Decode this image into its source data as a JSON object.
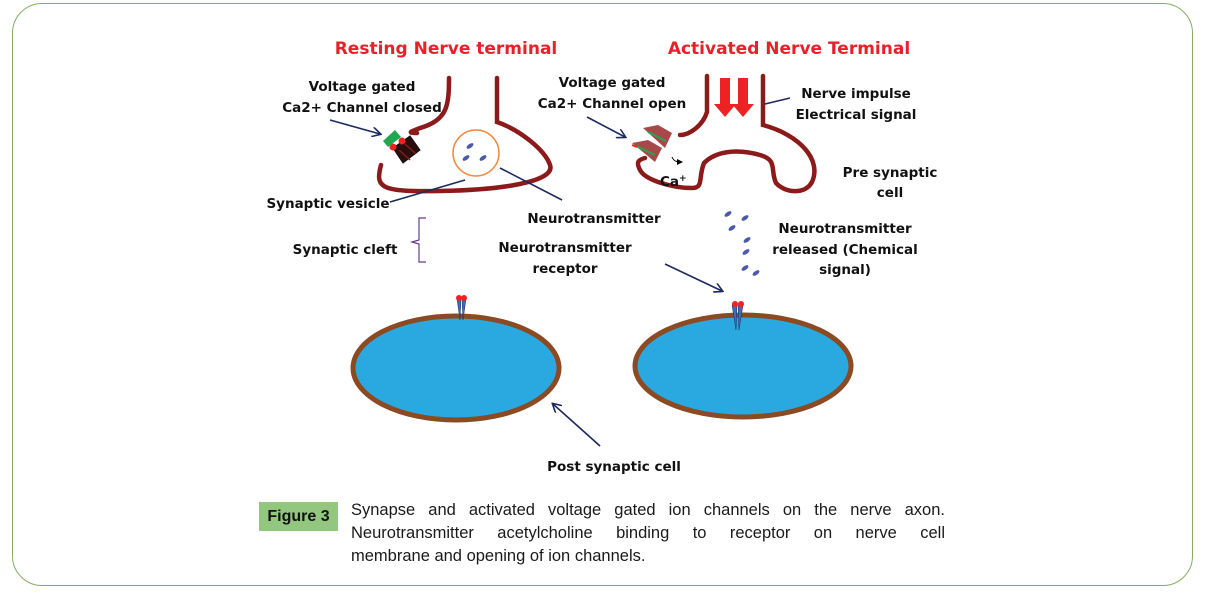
{
  "figure": {
    "titles": {
      "resting": "Resting Nerve terminal",
      "activated": "Activated Nerve Terminal"
    },
    "labels": {
      "channel_closed": [
        "Voltage gated",
        "Ca2+ Channel closed"
      ],
      "channel_open": [
        "Voltage gated",
        "Ca2+ Channel open"
      ],
      "nerve_impulse": [
        "Nerve impulse",
        "Electrical signal"
      ],
      "pre_synaptic": [
        "Pre synaptic",
        "cell"
      ],
      "synaptic_vesicle": "Synaptic vesicle",
      "neurotransmitter": "Neurotransmitter",
      "synaptic_cleft": "Synaptic cleft",
      "nt_receptor": [
        "Neurotransmitter",
        "receptor"
      ],
      "nt_released": [
        "Neurotransmitter",
        "released (Chemical",
        "signal)"
      ],
      "post_synaptic": "Post synaptic cell",
      "ca_ion": "Ca",
      "ca_charge": "+"
    },
    "colors": {
      "membrane": "#8b1a1a",
      "title_red": "#e8202a",
      "impulse_arrow": "#ee2222",
      "cell_fill": "#2aa9e0",
      "cell_border": "#8b4a22",
      "vesicle": "#f08a3c",
      "neurotransmitter": "#4a5aa8",
      "pointer": "#1c2a5e",
      "frame": "#86ad62",
      "badge": "#93c67e"
    }
  },
  "caption": {
    "badge": "Figure 3",
    "lines": [
      "Synapse and activated voltage gated ion channels on the nerve axon.",
      "Neurotransmitter acetylcholine binding to receptor on nerve cell",
      "membrane and opening of ion channels."
    ]
  }
}
